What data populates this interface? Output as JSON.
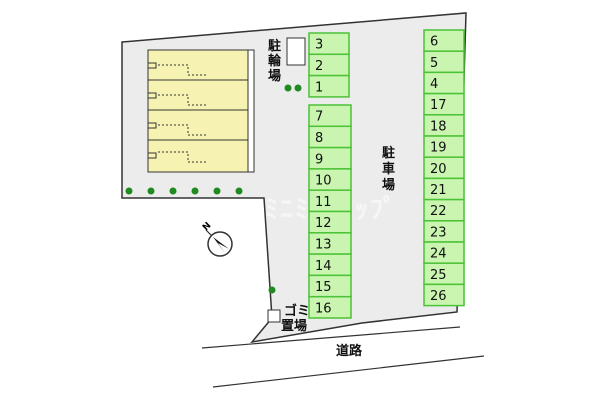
{
  "labels": {
    "bicycle_parking": [
      "駐",
      "輪",
      "場"
    ],
    "car_parking": [
      "駐",
      "車",
      "場"
    ],
    "garbage": [
      "ゴミ",
      "置場"
    ],
    "road": "道路",
    "compass": "N"
  },
  "stalls": {
    "bike_column": [
      "3",
      "2",
      "1"
    ],
    "left_column": [
      "7",
      "8",
      "9",
      "10",
      "11",
      "12",
      "13",
      "14",
      "15",
      "16"
    ],
    "right_column": [
      "6",
      "5",
      "4",
      "17",
      "18",
      "19",
      "20",
      "21",
      "22",
      "23",
      "24",
      "25",
      "26"
    ]
  },
  "colors": {
    "lot": "#ececec",
    "stall_fill": "#c9f5b0",
    "stall_border": "#4cc236",
    "building": "#f6f3b2",
    "tree": "#1f8a1f",
    "outline": "#333333"
  }
}
